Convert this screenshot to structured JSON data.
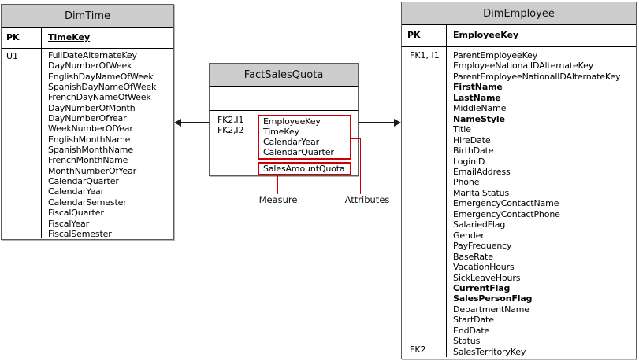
{
  "tables": {
    "dim_time": {
      "title": "DimTime",
      "pk_label": "PK",
      "pk_field": "TimeKey",
      "index_label": "U1",
      "fields": [
        "FullDateAlternateKey",
        "DayNumberOfWeek",
        "EnglishDayNameOfWeek",
        "SpanishDayNameOfWeek",
        "FrenchDayNameOfWeek",
        "DayNumberOfMonth",
        "DayNumberOfYear",
        "WeekNumberOfYear",
        "EnglishMonthName",
        "SpanishMonthName",
        "FrenchMonthName",
        "MonthNumberOfYear",
        "CalendarQuarter",
        "CalendarYear",
        "CalendarSemester",
        "FiscalQuarter",
        "FiscalYear",
        "FiscalSemester"
      ]
    },
    "fact_sales_quota": {
      "title": "FactSalesQuota",
      "fk_labels": [
        "FK2,I1",
        "FK2,I2"
      ],
      "attribute_fields": [
        "EmployeeKey",
        "TimeKey",
        "CalendarYear",
        "CalendarQuarter"
      ],
      "measure_fields": [
        "SalesAmountQuota"
      ]
    },
    "dim_employee": {
      "title": "DimEmployee",
      "pk_label": "PK",
      "pk_field": "EmployeeKey",
      "fk_top_label": "FK1, I1",
      "fk_bottom_label": "FK2",
      "fields": [
        {
          "name": "ParentEmployeeKey",
          "bold": false
        },
        {
          "name": "EmployeeNationalIDAlternateKey",
          "bold": false
        },
        {
          "name": "ParentEmployeeNationalIDAlternateKey",
          "bold": false
        },
        {
          "name": "FirstName",
          "bold": true
        },
        {
          "name": "LastName",
          "bold": true
        },
        {
          "name": "MiddleName",
          "bold": false
        },
        {
          "name": "NameStyle",
          "bold": true
        },
        {
          "name": "Title",
          "bold": false
        },
        {
          "name": "HireDate",
          "bold": false
        },
        {
          "name": "BirthDate",
          "bold": false
        },
        {
          "name": "LoginID",
          "bold": false
        },
        {
          "name": "EmailAddress",
          "bold": false
        },
        {
          "name": "Phone",
          "bold": false
        },
        {
          "name": "MaritalStatus",
          "bold": false
        },
        {
          "name": "EmergencyContactName",
          "bold": false
        },
        {
          "name": "EmergencyContactPhone",
          "bold": false
        },
        {
          "name": "SalariedFlag",
          "bold": false
        },
        {
          "name": "Gender",
          "bold": false
        },
        {
          "name": "PayFrequency",
          "bold": false
        },
        {
          "name": "BaseRate",
          "bold": false
        },
        {
          "name": "VacationHours",
          "bold": false
        },
        {
          "name": "SickLeaveHours",
          "bold": false
        },
        {
          "name": "CurrentFlag",
          "bold": true
        },
        {
          "name": "SalesPersonFlag",
          "bold": true
        },
        {
          "name": "DepartmentName",
          "bold": false
        },
        {
          "name": "StartDate",
          "bold": false
        },
        {
          "name": "EndDate",
          "bold": false
        },
        {
          "name": "Status",
          "bold": false
        },
        {
          "name": "SalesTerritoryKey",
          "bold": false
        }
      ]
    }
  },
  "callouts": {
    "measure": "Measure",
    "attributes": "Attributes"
  },
  "colors": {
    "header_bg": "#cdcdcd",
    "callout_red": "#cc0000",
    "arrow": "#1c1c1c"
  }
}
